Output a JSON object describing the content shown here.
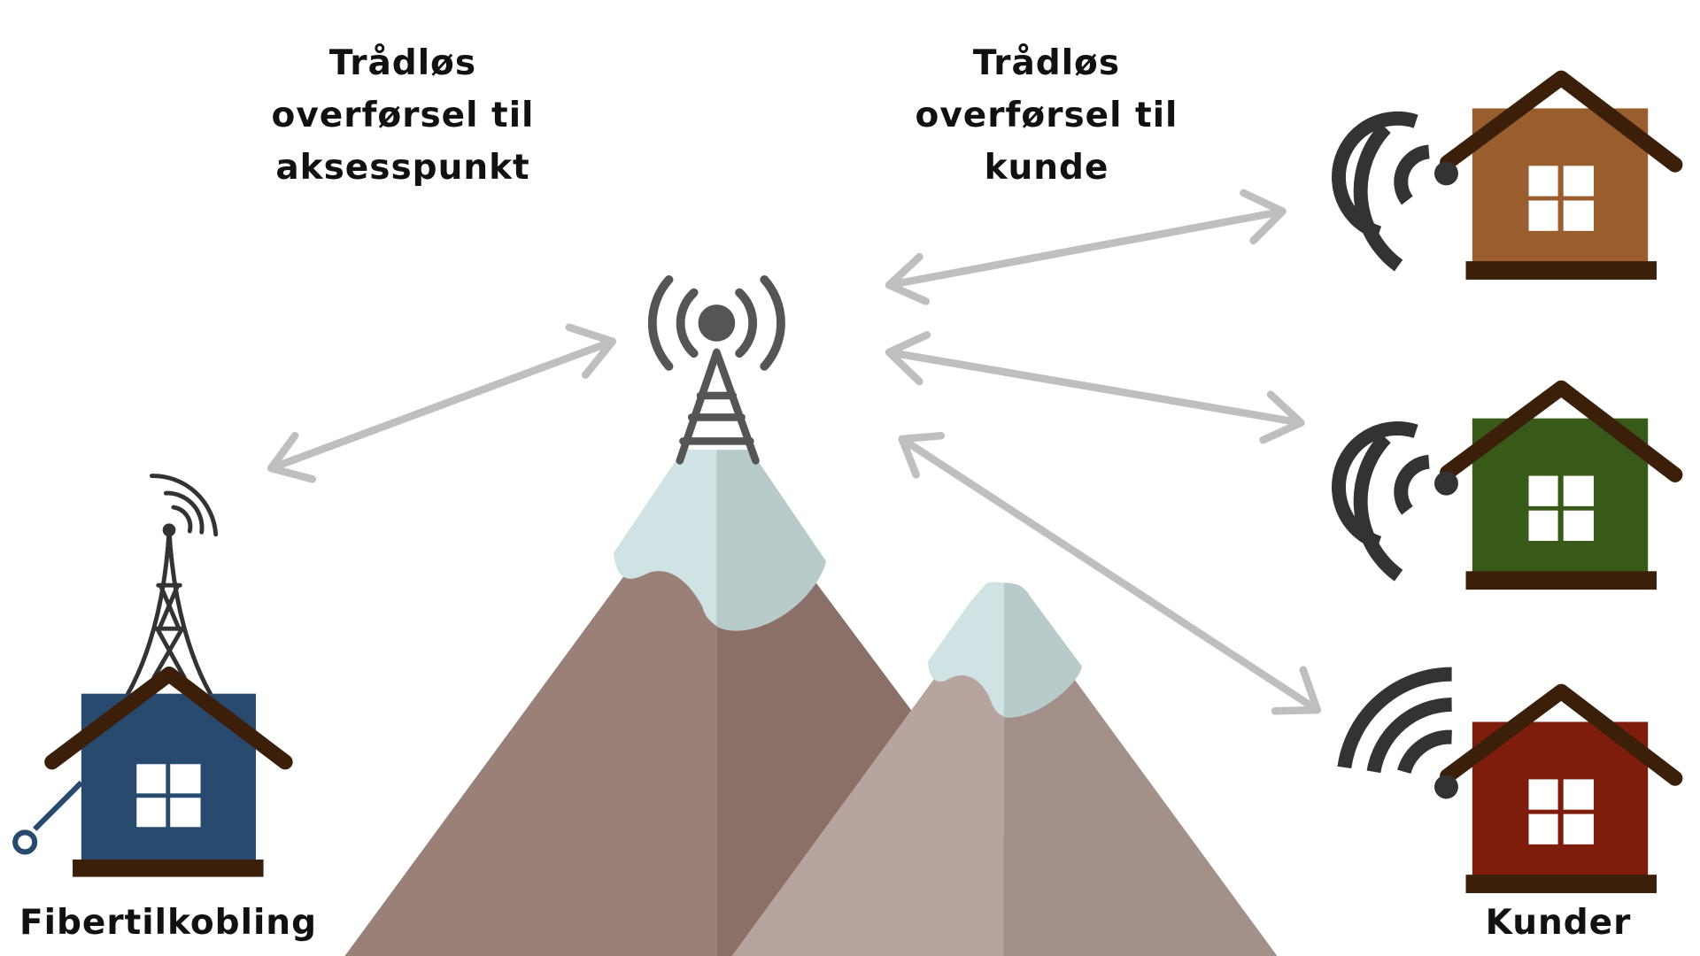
{
  "labels": {
    "top_left": [
      "Trådløs",
      "overførsel til",
      "aksesspunkt"
    ],
    "top_right": [
      "Trådløs",
      "overførsel til",
      "kunde"
    ],
    "fiber": "Fibertilkobling",
    "customers": "Kunder"
  },
  "colors": {
    "arrow": "#bfbfbf",
    "icon": "#555555",
    "roof": "#3c1f08",
    "fiber_house": "#274a6e",
    "customer_houses": [
      "#9a5e2e",
      "#375a18",
      "#7e1d0c"
    ],
    "mountain_large": [
      "#9b8078",
      "#8b7069"
    ],
    "mountain_small": [
      "#b8a49e",
      "#a39189"
    ],
    "snow": [
      "#d0e3e4",
      "#b8cbcb"
    ]
  },
  "icons": [
    "radio-tower-icon",
    "wifi-icon",
    "house-icon",
    "mountain-icon",
    "fiber-connector-icon",
    "double-arrow-icon"
  ]
}
